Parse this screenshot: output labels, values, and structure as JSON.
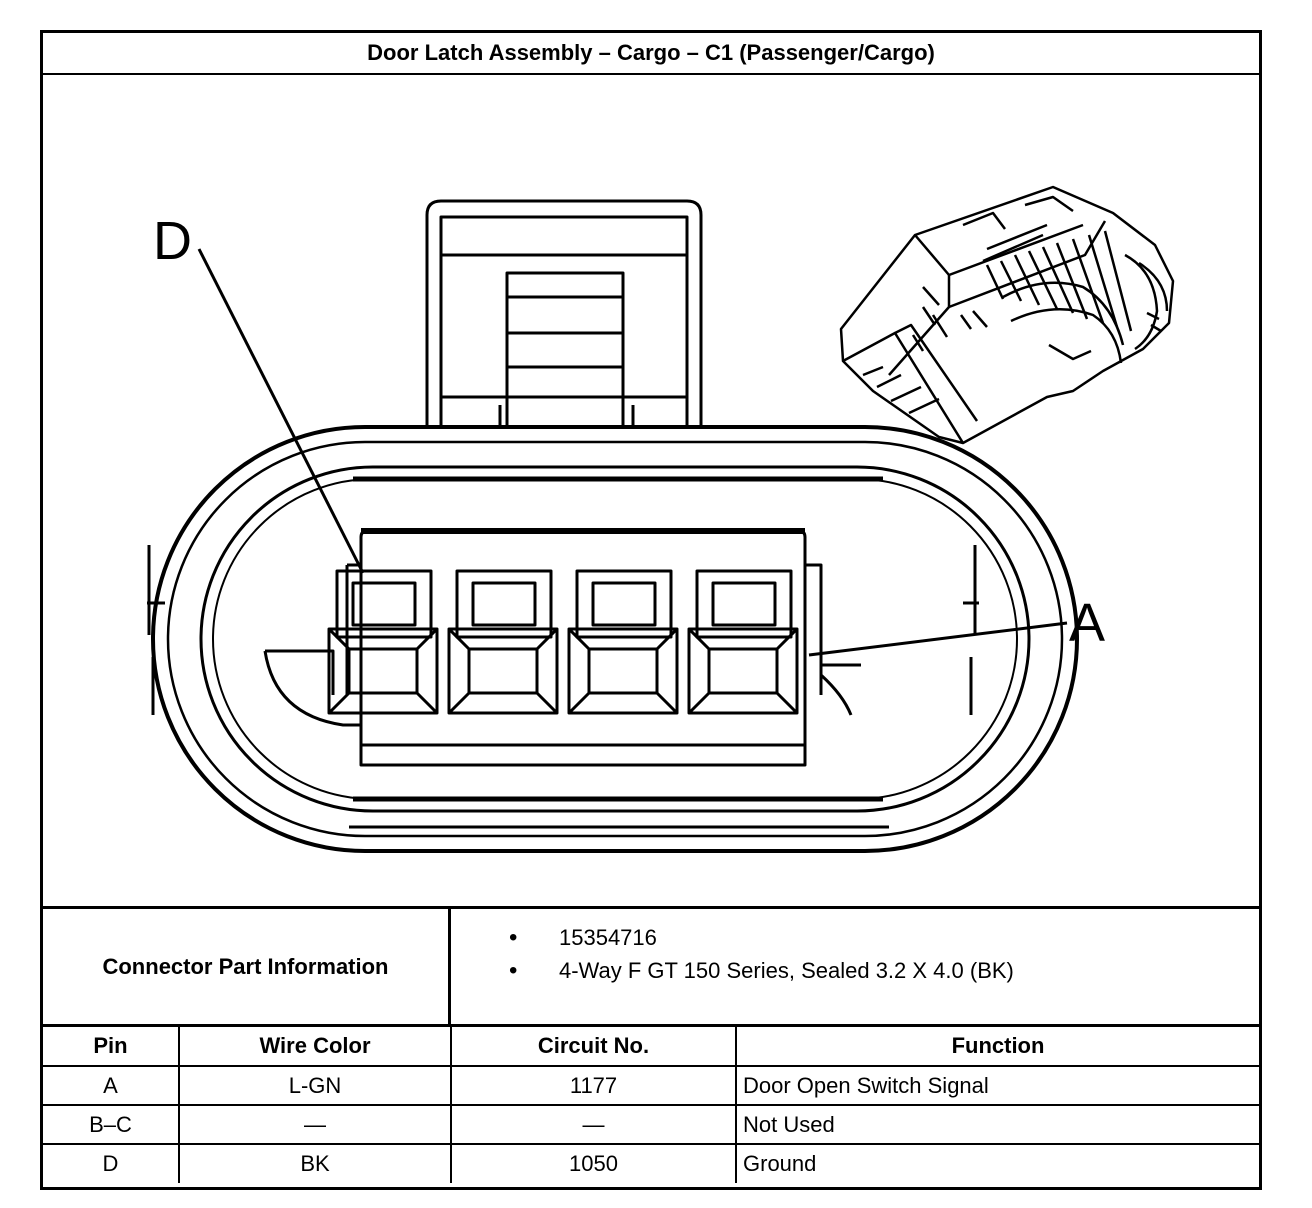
{
  "title": "Door Latch Assembly – Cargo – C1 (Passenger/Cargo)",
  "diagram": {
    "label_d": "D",
    "label_a": "A",
    "colors": {
      "line": "#000000",
      "background": "#ffffff"
    }
  },
  "connector_info": {
    "label": "Connector Part Information",
    "items": [
      "15354716",
      "4-Way F GT 150 Series, Sealed 3.2 X 4.0 (BK)"
    ]
  },
  "pin_table": {
    "headers": [
      "Pin",
      "Wire Color",
      "Circuit No.",
      "Function"
    ],
    "rows": [
      {
        "pin": "A",
        "wire_color": "L-GN",
        "circuit": "1177",
        "function": "Door Open Switch Signal"
      },
      {
        "pin": "B–C",
        "wire_color": "—",
        "circuit": "—",
        "function": "Not Used"
      },
      {
        "pin": "D",
        "wire_color": "BK",
        "circuit": "1050",
        "function": "Ground"
      }
    ]
  }
}
